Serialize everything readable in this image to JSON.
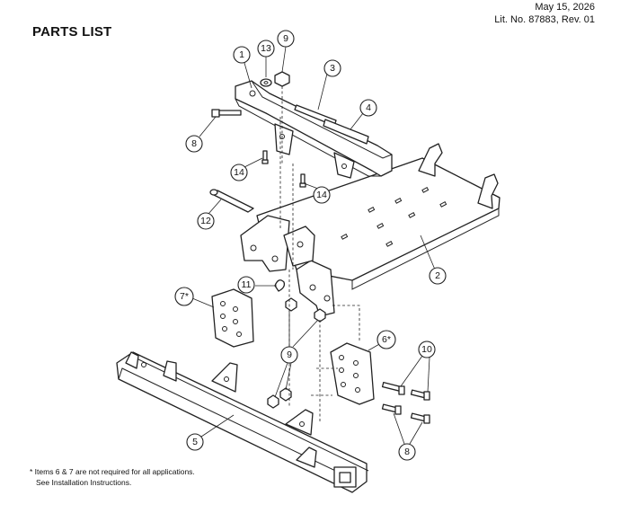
{
  "header": {
    "title": "PARTS LIST",
    "date": "May 15, 2026",
    "lit_number": "Lit. No. 87883, Rev. 01"
  },
  "callouts": {
    "c1": "1",
    "c2": "2",
    "c3": "3",
    "c4": "4",
    "c5": "5",
    "c6": "6*",
    "c7": "7*",
    "c8a": "8",
    "c8b": "8",
    "c9a": "9",
    "c9b": "9",
    "c10": "10",
    "c11": "11",
    "c12": "12",
    "c13": "13",
    "c14a": "14",
    "c14b": "14"
  },
  "footnote": {
    "line1": "* Items 6 & 7 are not required for all applications.",
    "line2": "See Installation Instructions."
  }
}
